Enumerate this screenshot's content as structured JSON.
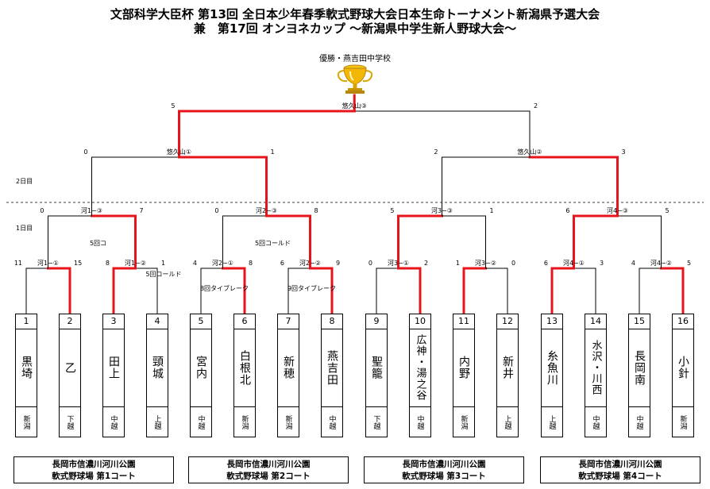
{
  "title_line1": "文部科学大臣杯 第13回 全日本少年春季軟式野球大会日本生命トーナメント新潟県予選大会",
  "title_line2": "兼　第17回 オンヨネカップ 〜新潟県中学生新人野球大会〜",
  "winner": "優勝・燕吉田中学校",
  "day_labels": {
    "day2": "2日目",
    "day1": "1日目"
  },
  "colors": {
    "winner_path": "#e8141b",
    "line": "#000000"
  },
  "teams": [
    {
      "num": "1",
      "name": "黒埼",
      "region": "新潟"
    },
    {
      "num": "2",
      "name": "乙",
      "region": "下越"
    },
    {
      "num": "3",
      "name": "田上",
      "region": "中越"
    },
    {
      "num": "4",
      "name": "頸城",
      "region": "上越"
    },
    {
      "num": "5",
      "name": "宮内",
      "region": "中越"
    },
    {
      "num": "6",
      "name": "白根北",
      "region": "新潟"
    },
    {
      "num": "7",
      "name": "新穂",
      "region": "新潟"
    },
    {
      "num": "8",
      "name": "燕吉田",
      "region": "中越"
    },
    {
      "num": "9",
      "name": "聖籠",
      "region": "下越"
    },
    {
      "num": "10",
      "name": "広神・湯之谷",
      "region": "中越"
    },
    {
      "num": "11",
      "name": "内野",
      "region": "新潟"
    },
    {
      "num": "12",
      "name": "新井",
      "region": "上越"
    },
    {
      "num": "13",
      "name": "糸魚川",
      "region": "上越"
    },
    {
      "num": "14",
      "name": "水沢・川西",
      "region": "中越"
    },
    {
      "num": "15",
      "name": "長岡南",
      "region": "中越"
    },
    {
      "num": "16",
      "name": "小針",
      "region": "新潟"
    }
  ],
  "venues": [
    {
      "line1": "長岡市信濃川河川公園",
      "line2": "軟式野球場 第1コート"
    },
    {
      "line1": "長岡市信濃川河川公園",
      "line2": "軟式野球場 第2コート"
    },
    {
      "line1": "長岡市信濃川河川公園",
      "line2": "軟式野球場 第3コート"
    },
    {
      "line1": "長岡市信濃川河川公園",
      "line2": "軟式野球場 第4コート"
    }
  ],
  "round1": [
    {
      "label": "河1−①",
      "left_score": "11",
      "right_score": "15",
      "note": ""
    },
    {
      "label": "河1−②",
      "left_score": "8",
      "right_score": "1",
      "note": "5回コールド"
    },
    {
      "label": "河2−①",
      "left_score": "4",
      "right_score": "8",
      "note": "8回タイブレーク"
    },
    {
      "label": "河2−②",
      "left_score": "6",
      "right_score": "9",
      "note": "9回タイブレーク"
    },
    {
      "label": "河3−①",
      "left_score": "0",
      "right_score": "2",
      "note": ""
    },
    {
      "label": "河3−②",
      "left_score": "1",
      "right_score": "0",
      "note": ""
    },
    {
      "label": "河4−①",
      "left_score": "6",
      "right_score": "3",
      "note": ""
    },
    {
      "label": "河4−②",
      "left_score": "4",
      "right_score": "5",
      "note": ""
    }
  ],
  "round2": [
    {
      "label": "河1−③",
      "left_score": "0",
      "right_score": "7",
      "note": "5回コ"
    },
    {
      "label": "河2−③",
      "left_score": "0",
      "right_score": "8",
      "note": "5回コールド"
    },
    {
      "label": "河3−③",
      "left_score": "5",
      "right_score": "1",
      "note": ""
    },
    {
      "label": "河4−③",
      "left_score": "6",
      "right_score": "5",
      "note": ""
    }
  ],
  "round3": [
    {
      "label": "悠久山①",
      "left_score": "0",
      "right_score": "1",
      "note": ""
    },
    {
      "label": "悠久山②",
      "left_score": "2",
      "right_score": "3",
      "note": ""
    }
  ],
  "final": {
    "label": "悠久山③",
    "left_score": "5",
    "right_score": "2"
  }
}
